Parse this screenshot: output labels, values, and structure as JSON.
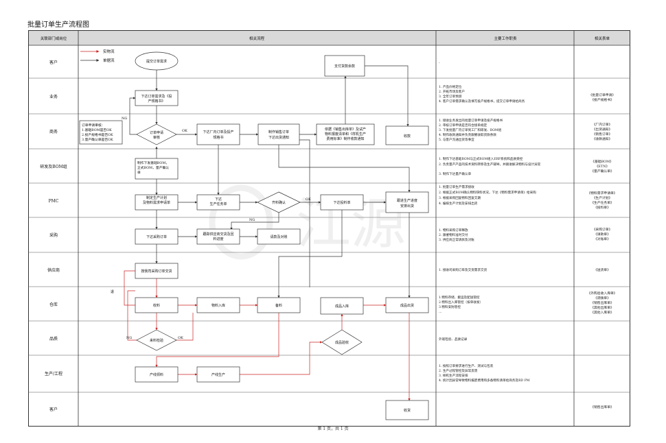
{
  "title": "批量订单生产流程图",
  "header": {
    "col1": "关联部门或岗位",
    "col2": "相关流程",
    "col3": "主要工作职责",
    "col4": "相关表单"
  },
  "legend": {
    "material_flow": "实物流",
    "document_flow": "单据流"
  },
  "rows": [
    {
      "dept": "客户",
      "duties": [
        "-"
      ],
      "forms": []
    },
    {
      "dept": "业务",
      "duties": [
        "1. 产品价格定位",
        "2. 开拓市场及客户",
        "3. 全年订单预测",
        "4. 客户订单需求确认及填写投产规格书，提交订单申请给商务"
      ],
      "forms": [
        "《批量订单申请》",
        "《投产规格书》"
      ]
    },
    {
      "dept": "商务",
      "duties": [
        "1. 接收业务发出的批量订单申请及投产规格书",
        "2. 审核订单申请是否符合接单规定",
        "3. 下发批量厂内订单到工厂和研发、BOM组",
        "4. 制作收款通知并负责跟催收取货款余款",
        "5. 与客户沟通出货等事宜"
      ],
      "forms": [
        "《厂内订单》",
        "《出货通知》",
        "《销售订单》",
        "《收款通知》"
      ]
    },
    {
      "dept": "研发及BOM组",
      "duties": [
        "1. 制作下达基础BOM与正式BOM组入ERP系统和品质受控",
        "2. 负责量产产品的技术资料转移及生产辅导，并跟进解决物料与设计异常",
        "3. 制作下达量产确认单"
      ],
      "forms": [
        "《基础BOM》",
        "《ETN》",
        "《量产确认单》"
      ]
    },
    {
      "dept": "PMC",
      "duties": [
        "1. 批量订单生产需求接收",
        "2. 根据正式BOM确认物料缺料状况，下达《物料需求申请单》给采购",
        "3. 根据采购回复物料回复交期",
        "4. 编排生产计划及安排出货"
      ],
      "forms": [
        "《物料需求申请单》",
        "《生产计划》",
        "《生产任务单》",
        "《投料单》"
      ]
    },
    {
      "dept": "采购",
      "duties": [
        "1. 物料采购订单释放",
        "2. 跟催物料准时交付",
        "3. 供应商正常请款及对账"
      ],
      "forms": [
        "《采购订单》",
        "《请款单》",
        "《对账单》"
      ]
    },
    {
      "dept": "供应商",
      "duties": [
        "1. 接收司采购订单及交货需求交货"
      ],
      "forms": [
        "《送货单》"
      ]
    },
    {
      "dept": "仓库",
      "duties": [
        "1.物料存储、搬运及配送管控",
        "2.物料出入库管控（按单收发）",
        "3.物料安防管控",
        "..."
      ],
      "forms": [
        "《外购验收入库单》",
        "《调拨单》",
        "《销售出库单》",
        "《其他出库单》",
        "《其他入库单》"
      ]
    },
    {
      "dept": "品质",
      "duties": [
        "外观检验、品质记录"
      ],
      "forms": []
    },
    {
      "dept": "生产/工程",
      "duties": [
        "1. 按照订单要求进行生产、测试与包装",
        "2. 生产过程管控及异常反馈",
        "3. 样机生产流程安排",
        "4. 统计因异常导致物料报废费用和多备物料清单给商务及RD PM"
      ],
      "forms": []
    },
    {
      "dept": "客户",
      "duties": [],
      "forms": [
        "《销售出库单》"
      ]
    }
  ],
  "flow": {
    "submit_order": "提交订单需求",
    "issue_order_req_1": "下达订单需求及《投",
    "issue_order_req_2": "产规格书》",
    "review_note_title": "订单申请审核：",
    "review_note_1": "1.基础BOM是否OK",
    "review_note_2": "2.投产规格书是否OK",
    "review_note_3": "3.量产确认单是否OK",
    "order_review_1": "订单申请",
    "order_review_2": "审核",
    "ng": "NG",
    "ok": "OK",
    "factory_order_1": "下达厂内订单及投产",
    "factory_order_2": "规格书",
    "sales_order_1": "制作销售订单",
    "sales_order_2": "下达出货通知",
    "collect_notice_1": "依据《销售出库单》及试产",
    "collect_notice_2": "物料报废清单和《样机生产",
    "collect_notice_3": "费用标准》制作收款通知",
    "pay_balance": "支付货款余款",
    "receive_payment": "收款",
    "bom_1": "制作下发基础BOM，",
    "bom_2": "正式BOM，量产确认",
    "bom_3": "单",
    "plan_1": "制定生产计划",
    "plan_2": "及物料需求申请单",
    "task_1": "下达",
    "task_2": "生产任务单",
    "material_confirm": "齐料确认",
    "issue_feed": "下达投料单",
    "follow_ship_1": "跟进生产进度",
    "follow_ship_2": "安排出货",
    "po": "下达采购订单",
    "track_1": "跟踪供应商交货及回",
    "track_2": "料进度",
    "pay_recon": "请款及对账",
    "supplier_deliver": "按我司采购订单交货",
    "return": "退",
    "receive": "收料",
    "material_in": "物料入库",
    "prepare": "备料",
    "fg_in": "成品入库",
    "fg_out": "成品出货",
    "incoming_qc": "来料检验",
    "fg_qc": "成品验收",
    "line_pick": "产线领料",
    "line_produce": "产线生产",
    "customer_receive": "收货"
  },
  "watermark": "江源",
  "footer": "第 1 页，共 1 页",
  "colors": {
    "arrow": "#333333",
    "material_arrow": "#cc2222",
    "border": "#333333",
    "header_fill": "#d9d9d9"
  }
}
